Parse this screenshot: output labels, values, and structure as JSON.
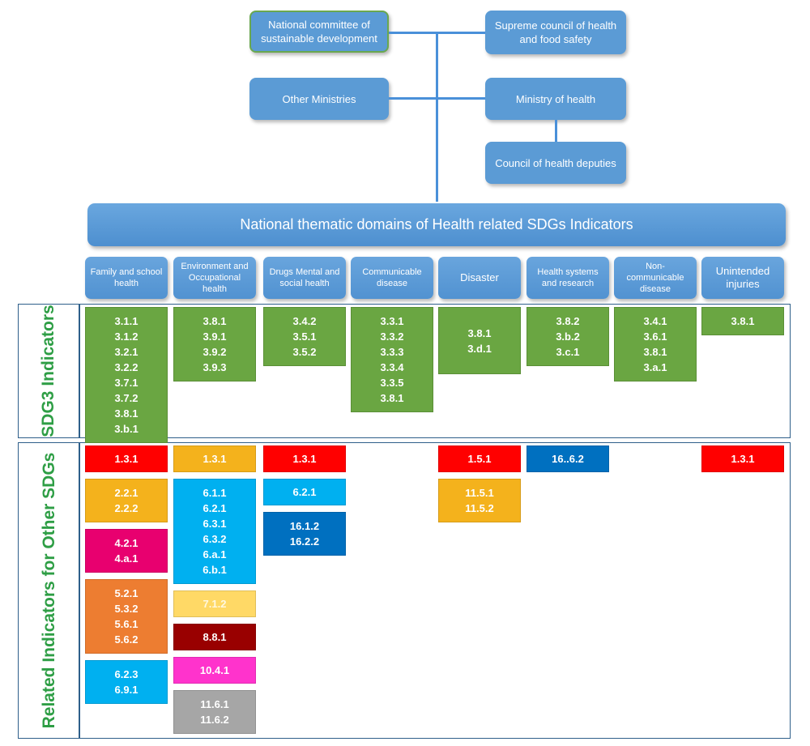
{
  "org": {
    "committee": "National committee of sustainable development",
    "supreme": "Supreme council of health and food safety",
    "other_ministries": "Other Ministries",
    "ministry": "Ministry of health",
    "council": "Council of health deputies"
  },
  "banner": "National thematic domains of Health related SDGs Indicators",
  "domains": [
    "Family and school health",
    "Environment and Occupational health",
    "Drugs Mental and social health",
    "Communicable disease",
    "Disaster",
    "Health systems and research",
    "Non-communicable disease",
    "Unintended injuries"
  ],
  "section_titles": {
    "sdg3": "SDG3 Indicators",
    "other": "Related Indicators for Other SDGs"
  },
  "sdg3_indicators": [
    [
      "3.1.1",
      "3.1.2",
      "3.2.1",
      "3.2.2",
      "3.7.1",
      "3.7.2",
      "3.8.1",
      "3.b.1"
    ],
    [
      "3.8.1",
      "3.9.1",
      "3.9.2",
      "3.9.3"
    ],
    [
      "3.4.2",
      "3.5.1",
      "3.5.2"
    ],
    [
      "3.3.1",
      "3.3.2",
      "3.3.3",
      "3.3.4",
      "3.3.5",
      "3.8.1"
    ],
    [
      "3.8.1",
      "3.d.1"
    ],
    [
      "3.8.2",
      "3.b.2",
      "3.c.1"
    ],
    [
      "3.4.1",
      "3.6.1",
      "3.8.1",
      "3.a.1"
    ],
    [
      "3.8.1"
    ]
  ],
  "other_indicators": [
    [
      {
        "codes": [
          "1.3.1"
        ],
        "color": "#ff0000"
      },
      {
        "codes": [
          "2.2.1",
          "2.2.2"
        ],
        "color": "#f4b21c"
      },
      {
        "codes": [
          "4.2.1",
          "4.a.1"
        ],
        "color": "#e8006f"
      },
      {
        "codes": [
          "5.2.1",
          "5.3.2",
          "5.6.1",
          "5.6.2"
        ],
        "color": "#ed7d31"
      },
      {
        "codes": [
          "6.2.3",
          "6.9.1"
        ],
        "color": "#00b0f0"
      }
    ],
    [
      {
        "codes": [
          "1.3.1"
        ],
        "color": "#f4b21c"
      },
      {
        "codes": [
          "6.1.1",
          "6.2.1",
          "6.3.1",
          "6.3.2",
          "6.a.1",
          "6.b.1"
        ],
        "color": "#00b0f0"
      },
      {
        "codes": [
          "7.1.2"
        ],
        "color": "#ffd966"
      },
      {
        "codes": [
          "8.8.1"
        ],
        "color": "#990000"
      },
      {
        "codes": [
          "10.4.1"
        ],
        "color": "#ff33cc"
      },
      {
        "codes": [
          "11.6.1",
          "11.6.2"
        ],
        "color": "#a6a6a6"
      }
    ],
    [
      {
        "codes": [
          "1.3.1"
        ],
        "color": "#ff0000"
      },
      {
        "codes": [
          "6.2.1"
        ],
        "color": "#00b0f0"
      },
      {
        "codes": [
          "16.1.2",
          "16.2.2"
        ],
        "color": "#0070c0"
      }
    ],
    [],
    [
      {
        "codes": [
          "1.5.1"
        ],
        "color": "#ff0000"
      },
      {
        "codes": [
          "11.5.1",
          "11.5.2"
        ],
        "color": "#f4b21c"
      }
    ],
    [
      {
        "codes": [
          "16..6.2"
        ],
        "color": "#0070c0"
      }
    ],
    [],
    [
      {
        "codes": [
          "1.3.1"
        ],
        "color": "#ff0000"
      }
    ]
  ]
}
